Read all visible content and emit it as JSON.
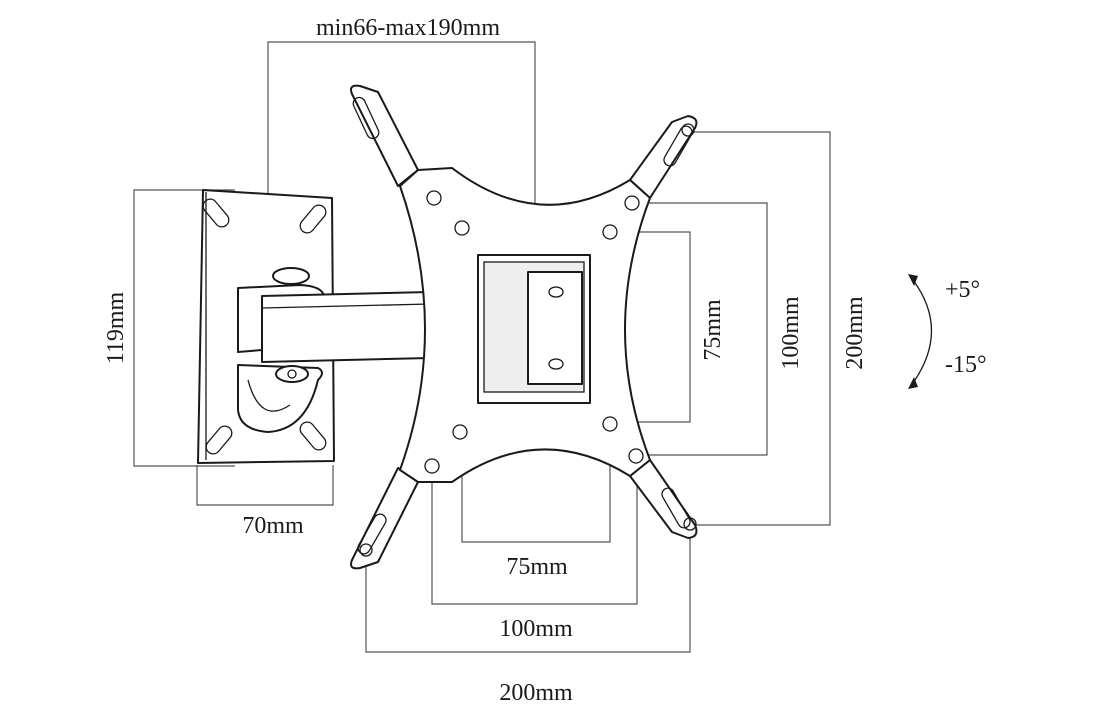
{
  "labels": {
    "arm_extension": "min66-max190mm",
    "wall_plate_height": "119mm",
    "wall_plate_width": "70mm",
    "vesa_75_h": "75mm",
    "vesa_100_h": "100mm",
    "vesa_200_h": "200mm",
    "vesa_75_w": "75mm",
    "vesa_100_w": "100mm",
    "vesa_200_w": "200mm",
    "tilt_up": "+5°",
    "tilt_down": "-15°"
  }
}
